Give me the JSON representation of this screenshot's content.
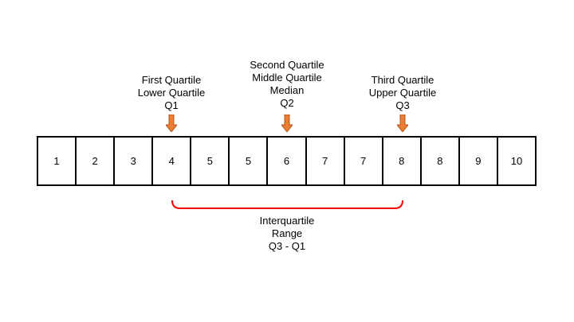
{
  "cells": [
    "1",
    "2",
    "3",
    "4",
    "5",
    "5",
    "6",
    "7",
    "7",
    "8",
    "8",
    "9",
    "10"
  ],
  "labels": {
    "q1": [
      "First Quartile",
      "Lower Quartile",
      "Q1"
    ],
    "q2": [
      "Second Quartile",
      "Middle Quartile",
      "Median",
      "Q2"
    ],
    "q3": [
      "Third Quartile",
      "Upper Quartile",
      "Q3"
    ]
  },
  "iqr": [
    "Interquartile",
    "Range",
    "Q3 - Q1"
  ],
  "colors": {
    "arrow_fill": "#ed7d31",
    "arrow_stroke": "#ae5a21",
    "brace": "#ff0000"
  }
}
